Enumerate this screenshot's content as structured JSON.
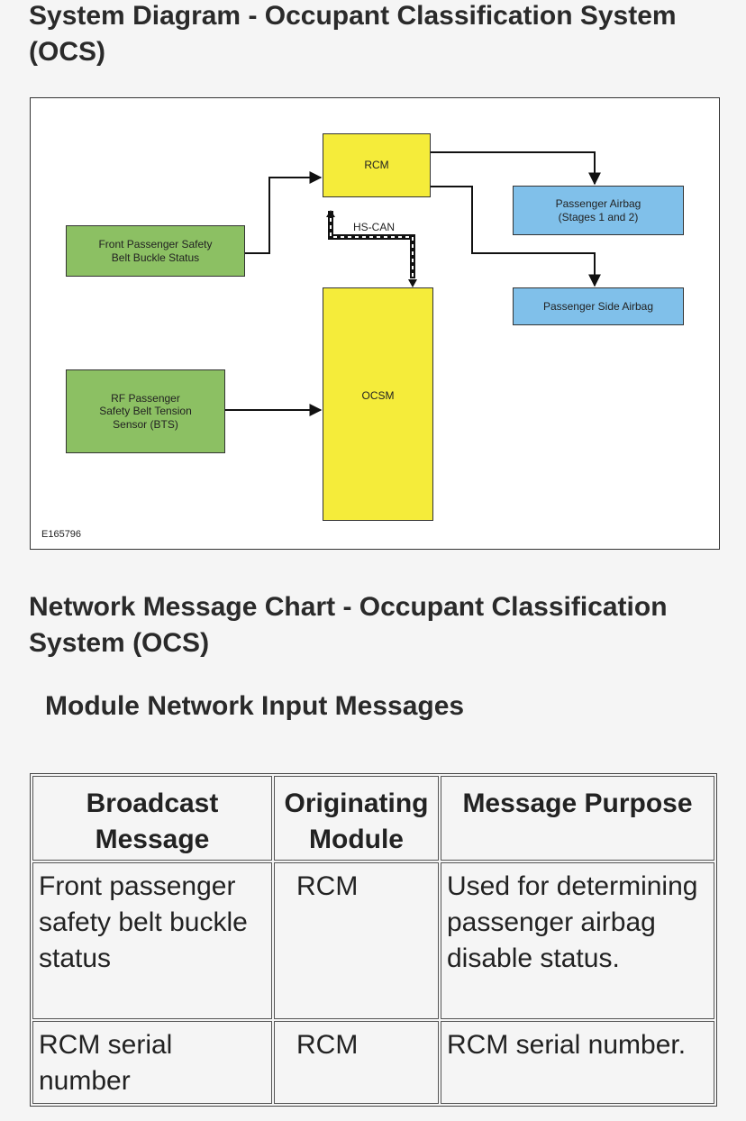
{
  "headings": {
    "system_diagram": "System Diagram - Occupant Classification System (OCS)",
    "network_chart": "Network Message Chart - Occupant Classification System (OCS)",
    "input_messages": "Module Network Input Messages"
  },
  "diagram": {
    "figure_id": "E165796",
    "bus_label": "HS-CAN",
    "boxes": {
      "belt_buckle": "Front Passenger Safety\nBelt Buckle Status",
      "bts": "RF Passenger\nSafety Belt Tension\nSensor (BTS)",
      "rcm": "RCM",
      "ocsm": "OCSM",
      "passenger_airbag": "Passenger Airbag\n(Stages 1 and 2)",
      "side_airbag": "Passenger Side Airbag"
    },
    "colors": {
      "input_box": "#8cc063",
      "module_box": "#f5ec3a",
      "output_box": "#80c0ea"
    }
  },
  "table": {
    "headers": [
      "Broadcast Message",
      "Originating Module",
      "Message Purpose"
    ],
    "rows": [
      [
        "Front passenger safety belt buckle status",
        "RCM",
        "Used for determining passenger airbag disable status."
      ],
      [
        "RCM serial number",
        "RCM",
        "RCM serial number."
      ]
    ]
  }
}
